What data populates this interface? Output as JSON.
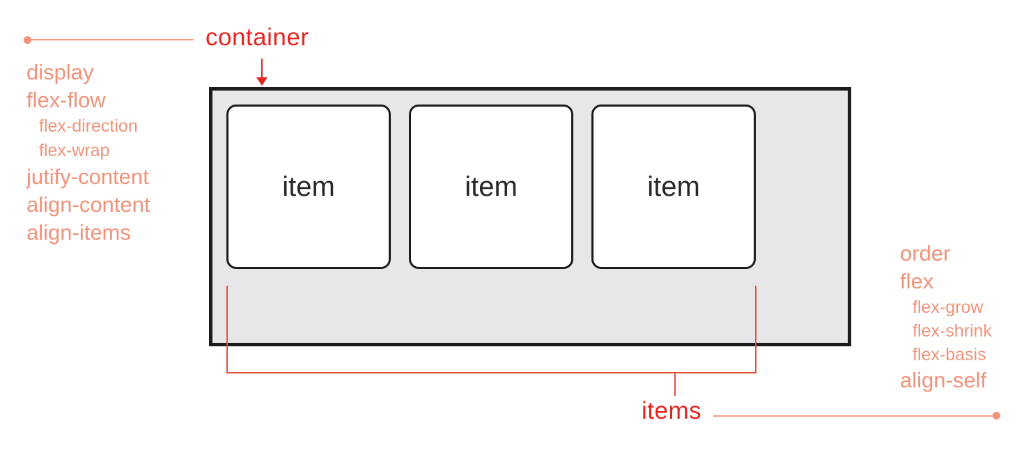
{
  "labels": {
    "container": "container",
    "items": "items"
  },
  "container": {
    "items": [
      {
        "label": "item"
      },
      {
        "label": "item"
      },
      {
        "label": "item"
      }
    ]
  },
  "left_list": {
    "items": [
      {
        "label": "display",
        "indent": false
      },
      {
        "label": "flex-flow",
        "indent": false
      },
      {
        "label": "flex-direction",
        "indent": true
      },
      {
        "label": "flex-wrap",
        "indent": true
      },
      {
        "label": "jutify-content",
        "indent": false
      },
      {
        "label": "align-content",
        "indent": false
      },
      {
        "label": "align-items",
        "indent": false
      }
    ]
  },
  "right_list": {
    "items": [
      {
        "label": "order",
        "indent": false
      },
      {
        "label": "flex",
        "indent": false
      },
      {
        "label": "flex-grow",
        "indent": true
      },
      {
        "label": "flex-shrink",
        "indent": true
      },
      {
        "label": "flex-basis",
        "indent": true
      },
      {
        "label": "align-self",
        "indent": false
      }
    ]
  },
  "colors": {
    "label_red": "#e8231f",
    "property_salmon": "#f0937a",
    "bracket_red": "#e2523b",
    "container_fill": "#e7e7e9",
    "container_border": "#1c1c1c",
    "item_fill": "#ffffff",
    "item_text": "#2a2628"
  }
}
